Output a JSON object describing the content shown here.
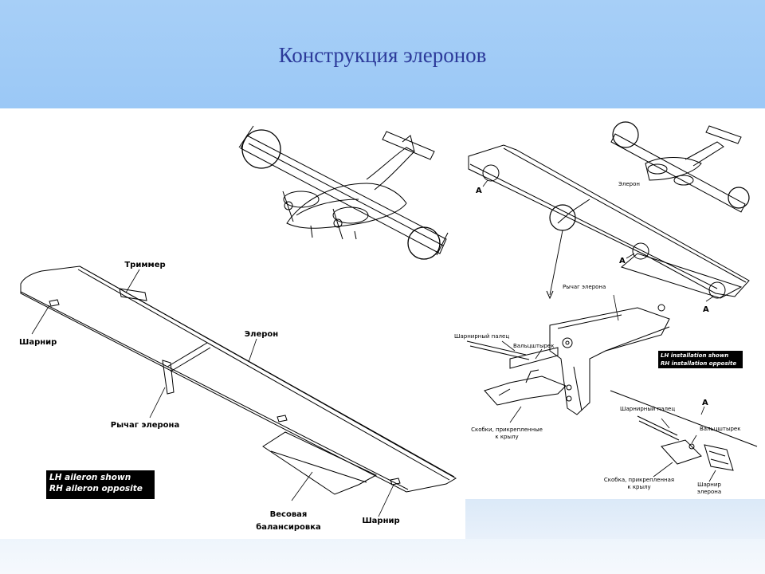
{
  "header": {
    "title": "Конструкция элеронов"
  },
  "left_diagram": {
    "labels": {
      "trim": "Триммер",
      "hinge_top": "Шарнир",
      "aileron": "Элерон",
      "lever": "Рычаг элерона",
      "balance": "Весовая\nбалансировка",
      "balance_line1": "Весовая",
      "balance_line2": "балансировка",
      "hinge_bottom": "Шарнир"
    },
    "note": {
      "line1": "LH aileron shown",
      "line2": "RH aileron opposite"
    }
  },
  "right_diagram": {
    "labels": {
      "aileron": "Элерон",
      "lever": "Рычаг элерона",
      "hinge_pin": "Шарнирный палец",
      "bushing": "Вальцштырек",
      "brackets_line1": "Скобки, прикрепленные",
      "brackets_line2": "к крылу",
      "detail_a": "А",
      "callout_a1": "А",
      "callout_a2": "А",
      "callout_a3": "А",
      "detail_pin": "Шарнирный палец",
      "detail_bushing": "Вальцштырек",
      "detail_bracket_line1": "Скобка, прикрепленная",
      "detail_bracket_line2": "к крылу",
      "detail_hinge_line1": "Шарнир",
      "detail_hinge_line2": "элерона"
    },
    "note": {
      "line1": "LH installation shown",
      "line2": "RH installation opposite"
    }
  }
}
